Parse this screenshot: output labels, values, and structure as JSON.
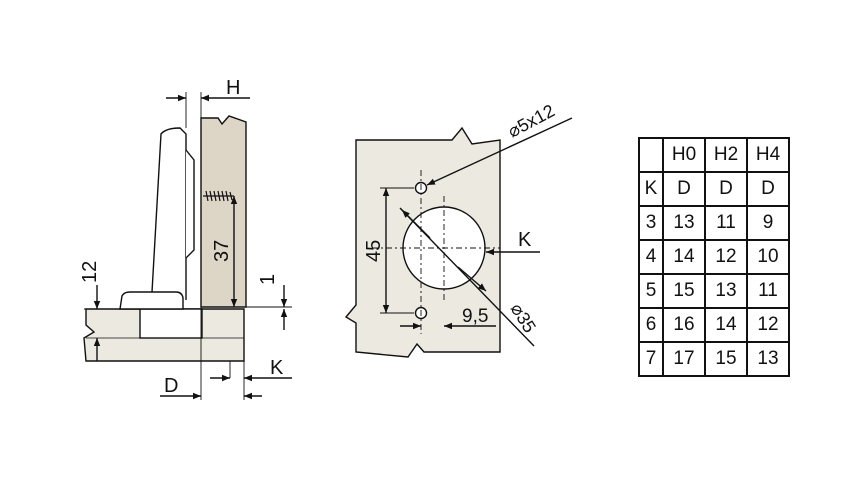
{
  "side_view": {
    "label_h": "H",
    "label_37": "37",
    "label_12": "12",
    "label_1": "1",
    "label_d": "D",
    "label_k": "K"
  },
  "mounting_plate": {
    "label_hole": "⌀5x12",
    "label_45": "45",
    "label_k": "K",
    "label_9_5": "9,5",
    "label_cup": "⌀35"
  },
  "table": {
    "corner": "",
    "headers": [
      "H0",
      "H2",
      "H4"
    ],
    "subheader": {
      "k": "K",
      "cols": [
        "D",
        "D",
        "D"
      ]
    },
    "rows": [
      {
        "k": "3",
        "vals": [
          "13",
          "11",
          "9"
        ]
      },
      {
        "k": "4",
        "vals": [
          "14",
          "12",
          "10"
        ]
      },
      {
        "k": "5",
        "vals": [
          "15",
          "13",
          "11"
        ]
      },
      {
        "k": "6",
        "vals": [
          "16",
          "14",
          "12"
        ]
      },
      {
        "k": "7",
        "vals": [
          "17",
          "15",
          "13"
        ]
      }
    ]
  },
  "colors": {
    "plate_fill": "#ebe9e0",
    "door_fill": "#ddd6c7",
    "line": "#111111"
  }
}
